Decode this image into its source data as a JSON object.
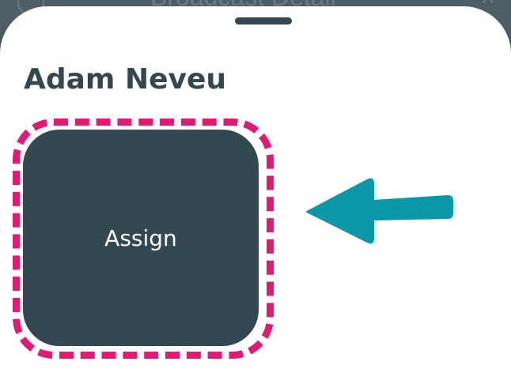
{
  "background": {
    "title": "Broadcast Detail"
  },
  "sheet": {
    "title": "Adam Neveu",
    "assign_label": "Assign"
  },
  "colors": {
    "accent_highlight": "#e21a74",
    "arrow": "#0a97a8",
    "tile": "#334850",
    "text_dark": "#34474f"
  },
  "icons": {
    "back": "back-icon",
    "close": "close-icon",
    "arrow": "arrow-left-icon"
  }
}
